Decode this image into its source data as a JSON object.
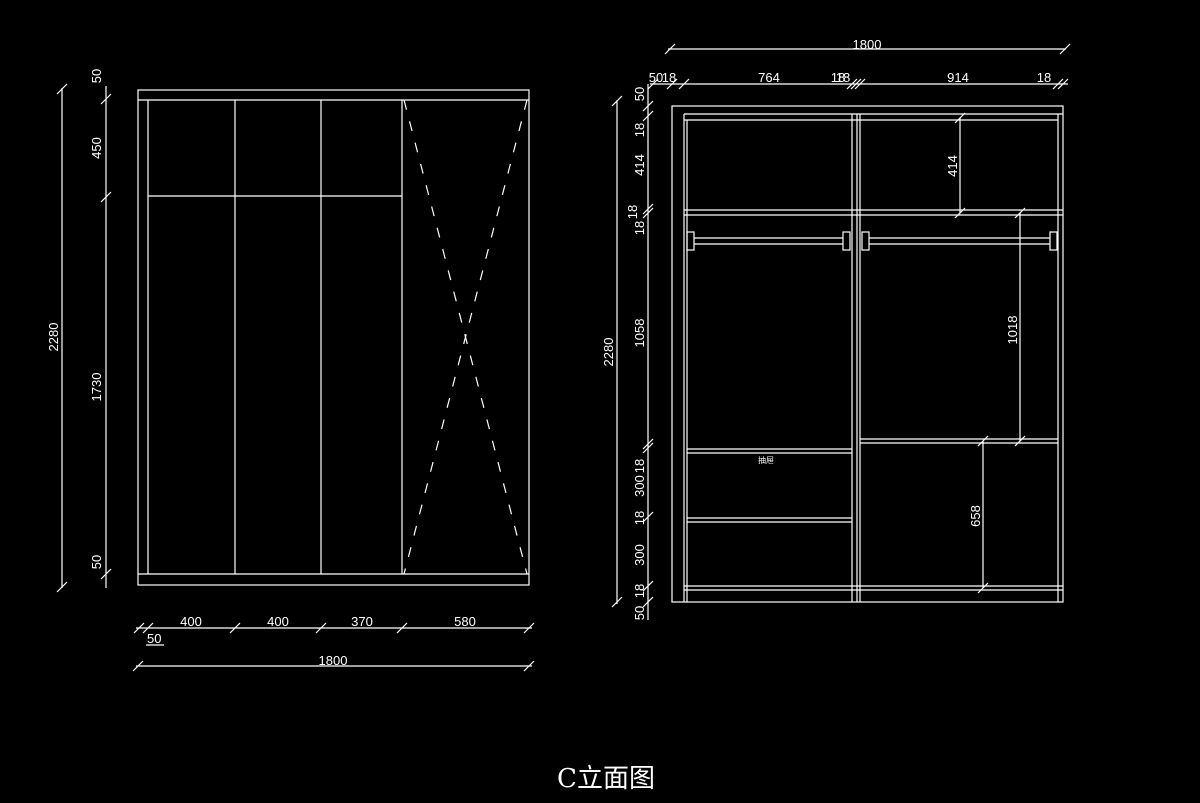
{
  "drawing_title": "C立面图",
  "colors": {
    "background": "#000000",
    "line": "#ffffff"
  },
  "left_elevation": {
    "vertical_dims": {
      "total": "2280",
      "top": "50",
      "upper": "450",
      "body": "1730",
      "bottom": "50"
    },
    "horizontal_dims": {
      "d1": "400",
      "d2": "400",
      "d3": "370",
      "d4": "580",
      "side": "50",
      "total": "1800"
    }
  },
  "right_elevation": {
    "top_dims": {
      "total": "1800",
      "d1": "50",
      "d2": "18",
      "d3": "764",
      "d4": "18",
      "d5": "18",
      "d6": "914",
      "d7": "18"
    },
    "vertical_dims": {
      "total": "2280",
      "v1": "50",
      "v2": "18",
      "v3": "414",
      "v4": "18",
      "v5": "18",
      "v6": "1058",
      "v7": "18",
      "v8": "300",
      "v9": "18",
      "v10": "300",
      "v11": "18",
      "v12": "50"
    },
    "inner_dims": {
      "upper_right": "414",
      "hanging_right": "1018",
      "lower_right": "658"
    },
    "drawer_label": "抽屉"
  }
}
